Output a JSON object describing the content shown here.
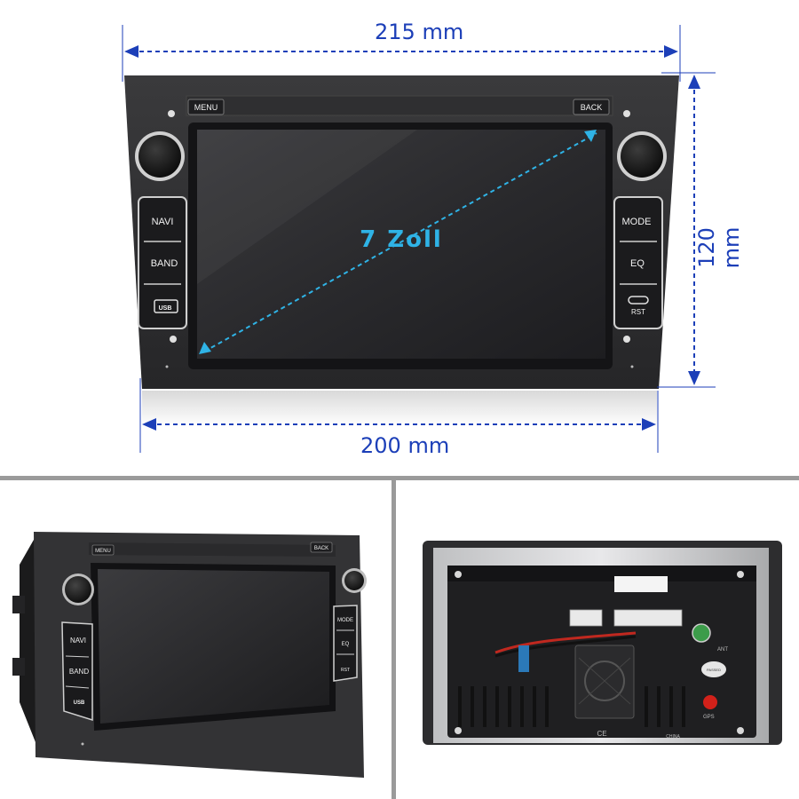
{
  "top_view": {
    "width_top": "215 mm",
    "width_bottom": "200 mm",
    "height": "120 mm",
    "diagonal": "7 Zoll",
    "left_buttons": [
      "NAVI",
      "BAND",
      "USB"
    ],
    "right_buttons": [
      "MODE",
      "EQ",
      "RST"
    ],
    "top_buttons": {
      "menu": "MENU",
      "back": "BACK"
    }
  },
  "angle_view": {
    "menu": "MENU",
    "back": "BACK",
    "left_buttons": [
      "NAVI",
      "BAND",
      "USB"
    ],
    "right_buttons": [
      "MODE",
      "EQ",
      "RST"
    ]
  },
  "rear_view": {
    "labels": [
      "ANT",
      "CE",
      "CHINA",
      "GPS",
      "PASSED"
    ]
  },
  "colors": {
    "dimension_blue": "#1c3fb8",
    "arrow_cyan": "#2fb3e6",
    "panel": "#2b2b2d",
    "divider": "#9a9a9a"
  }
}
